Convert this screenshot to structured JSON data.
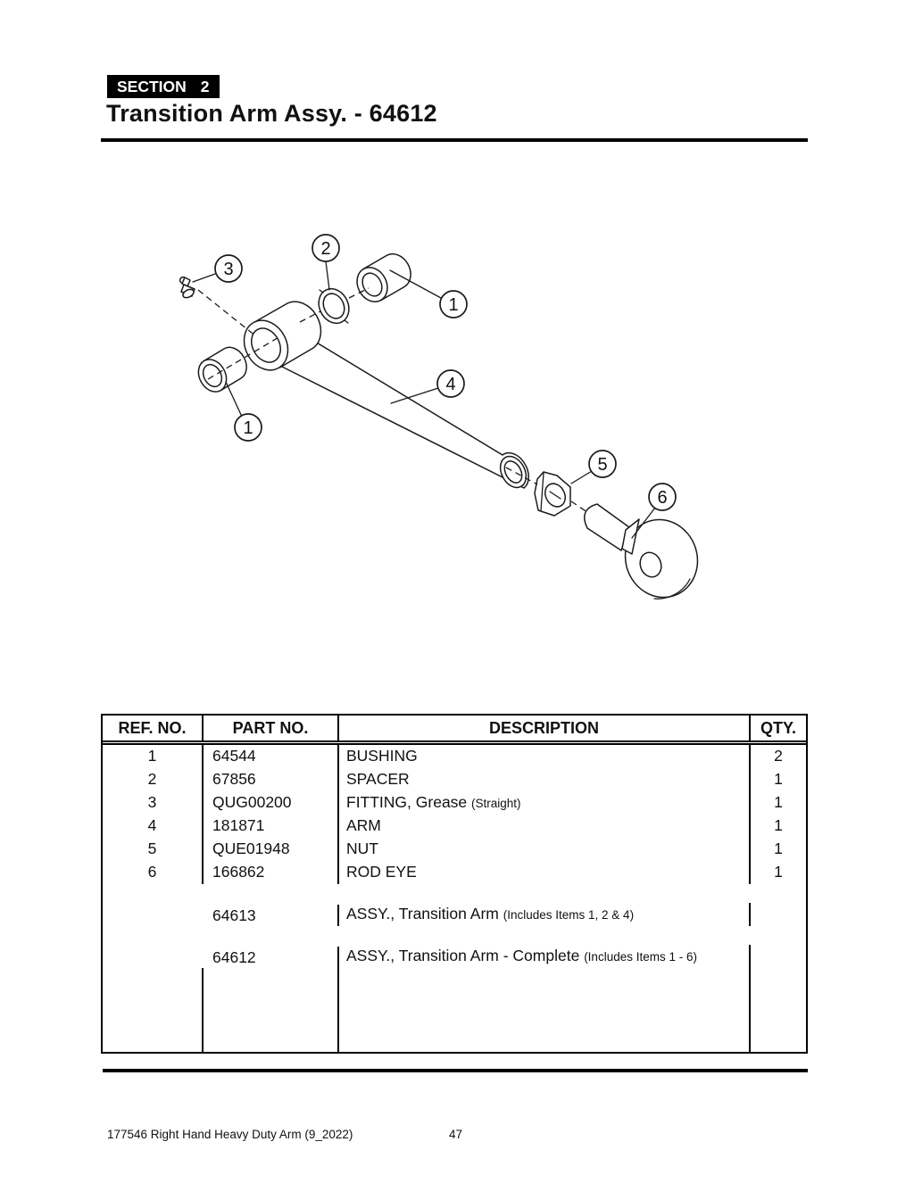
{
  "header": {
    "section_label": "SECTION",
    "section_number": "2",
    "title": "Transition Arm Assy. - 64612"
  },
  "diagram": {
    "callouts": [
      {
        "label": "3"
      },
      {
        "label": "2"
      },
      {
        "label": "1"
      },
      {
        "label": "1"
      },
      {
        "label": "4"
      },
      {
        "label": "5"
      },
      {
        "label": "6"
      }
    ]
  },
  "table": {
    "headers": {
      "ref": "REF. NO.",
      "part": "PART NO.",
      "desc": "DESCRIPTION",
      "qty": "QTY."
    },
    "rows": [
      {
        "ref": "1",
        "part": "64544",
        "desc": "BUSHING",
        "note": "",
        "qty": "2"
      },
      {
        "ref": "2",
        "part": "67856",
        "desc": "SPACER",
        "note": "",
        "qty": "1"
      },
      {
        "ref": "3",
        "part": "QUG00200",
        "desc": "FITTING, Grease",
        "note": "(Straight)",
        "qty": "1"
      },
      {
        "ref": "4",
        "part": "181871",
        "desc": "ARM",
        "note": "",
        "qty": "1"
      },
      {
        "ref": "5",
        "part": "QUE01948",
        "desc": "NUT",
        "note": "",
        "qty": "1"
      },
      {
        "ref": "6",
        "part": "166862",
        "desc": "ROD EYE",
        "note": "",
        "qty": "1"
      },
      {
        "ref": "",
        "part": "64613",
        "desc": "ASSY., Transition Arm",
        "note": "(Includes Items 1, 2 & 4)",
        "qty": ""
      },
      {
        "ref": "",
        "part": "64612",
        "desc": "ASSY., Transition Arm - Complete",
        "note": "(Includes Items 1 - 6)",
        "qty": ""
      }
    ]
  },
  "footer": {
    "doc": "177546 Right Hand Heavy Duty Arm (9_2022)",
    "page": "47"
  }
}
